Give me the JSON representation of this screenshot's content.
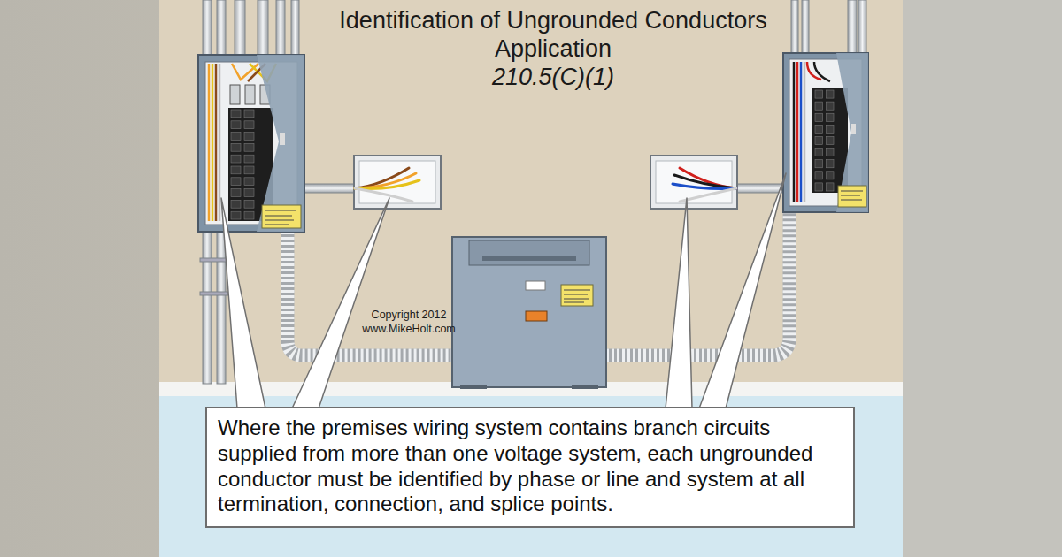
{
  "diagram": {
    "title": "Identification of Ungrounded Conductors",
    "nodes": [
      {
        "text": [
          "Where the premises wiring system contains branch circuits supplied from more than one voltage system, each ungrounded conductor must be identified by phase or line and system at all termination, connection, and splice points."
        ]
      }
    ],
    "labels": [
      "Application",
      "210.5(C)(1)",
      "Copyright 2012",
      "www.MikeHolt.com"
    ]
  }
}
